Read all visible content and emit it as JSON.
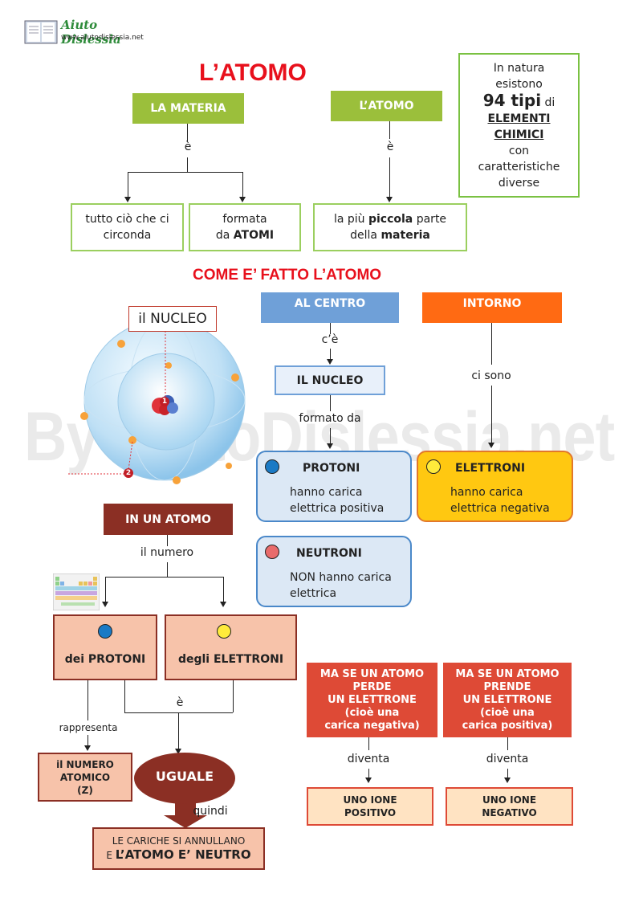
{
  "header": {
    "logo_title": "Aiuto Dislessia",
    "logo_url": "www.aiutodislessia.net"
  },
  "watermark": "By AiutoDislessia.net",
  "title": "L’ATOMO",
  "materia": {
    "header": "LA MATERIA",
    "verb": "è",
    "left": "tutto ciò che ci circonda",
    "right_pre": "formata",
    "right_mid": "da ",
    "right_bold": "ATOMI"
  },
  "atomo": {
    "header": "L’ATOMO",
    "verb": "è",
    "def_pre": "la più ",
    "def_bold1": "piccola",
    "def_mid": " parte",
    "def_line2_pre": "della ",
    "def_bold2": "materia"
  },
  "info_box": {
    "line1": "In natura",
    "line2": "esistono",
    "count": "94 tipi",
    "di": "di",
    "elem1": "ELEMENTI",
    "elem2": "CHIMICI",
    "line5": "con",
    "line6": "caratteristiche",
    "line7": "diverse"
  },
  "subtitle": "COME E’ FATTO L’ATOMO",
  "diagram": {
    "nucleo_label": "il NUCLEO",
    "badge1": "1",
    "badge2": "2"
  },
  "centro": {
    "header": "AL CENTRO",
    "verb": "c’è",
    "nucleo": "IL NUCLEO",
    "formato": "formato da"
  },
  "intorno": {
    "header": "INTORNO",
    "verb": "ci sono"
  },
  "protoni": {
    "title": "PROTONI",
    "line1": "hanno carica",
    "line2": "elettrica positiva",
    "color": "#1a7ac5"
  },
  "elettroni": {
    "title": "ELETTRONI",
    "line1": "hanno carica",
    "line2": "elettrica negativa",
    "color": "#ffeb3b"
  },
  "neutroni": {
    "title": "NEUTRONI",
    "line1": "NON hanno carica",
    "line2": "elettrica",
    "color": "#e96b6b"
  },
  "in_atomo": {
    "header": "IN UN ATOMO",
    "numero": "il numero",
    "protoni": "dei PROTONI",
    "elettroni": "degli ELETTRONI",
    "e": "è",
    "rappresenta": "rappresenta",
    "numero_atomico1": "il NUMERO",
    "numero_atomico2": "ATOMICO",
    "numero_atomico3": "(Z)",
    "uguale": "UGUALE",
    "quindi": "quindi",
    "result1": "LE CARICHE SI ANNULLANO",
    "result2_pre": "E ",
    "result2_bold": "L’ATOMO E’ NEUTRO"
  },
  "perde": {
    "l1": "MA SE UN ATOMO",
    "l2": "PERDE",
    "l3": "UN ELETTRONE",
    "l4": "(cioè una",
    "l5": "carica negativa)",
    "verb": "diventa",
    "r1": "UNO IONE",
    "r2": "POSITIVO"
  },
  "prende": {
    "l1": "MA SE UN ATOMO",
    "l2": "PRENDE",
    "l3": "UN ELETTRONE",
    "l4": "(cioè una",
    "l5": "carica positiva)",
    "verb": "diventa",
    "r1": "UNO IONE",
    "r2": "NEGATIVO"
  }
}
